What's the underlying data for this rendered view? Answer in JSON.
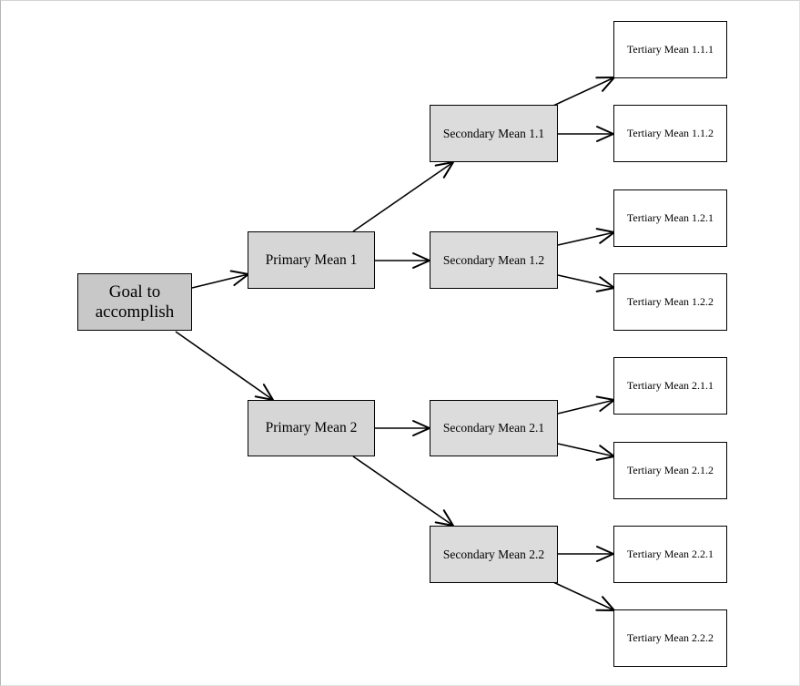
{
  "diagram": {
    "goal": "Goal to accomplish",
    "primary": [
      "Primary Mean 1",
      "Primary Mean 2"
    ],
    "secondary": [
      "Secondary Mean 1.1",
      "Secondary Mean 1.2",
      "Secondary Mean 2.1",
      "Secondary Mean 2.2"
    ],
    "tertiary": [
      "Tertiary Mean 1.1.1",
      "Tertiary Mean 1.1.2",
      "Tertiary Mean 1.2.1",
      "Tertiary Mean 1.2.2",
      "Tertiary Mean 2.1.1",
      "Tertiary Mean 2.1.2",
      "Tertiary Mean 2.2.1",
      "Tertiary Mean 2.2.2"
    ],
    "colors": {
      "goal_fill": "#c8c8c8",
      "primary_fill": "#d6d6d6",
      "secondary_fill": "#dcdcdc",
      "tertiary_fill": "#ffffff",
      "stroke": "#000000"
    }
  }
}
